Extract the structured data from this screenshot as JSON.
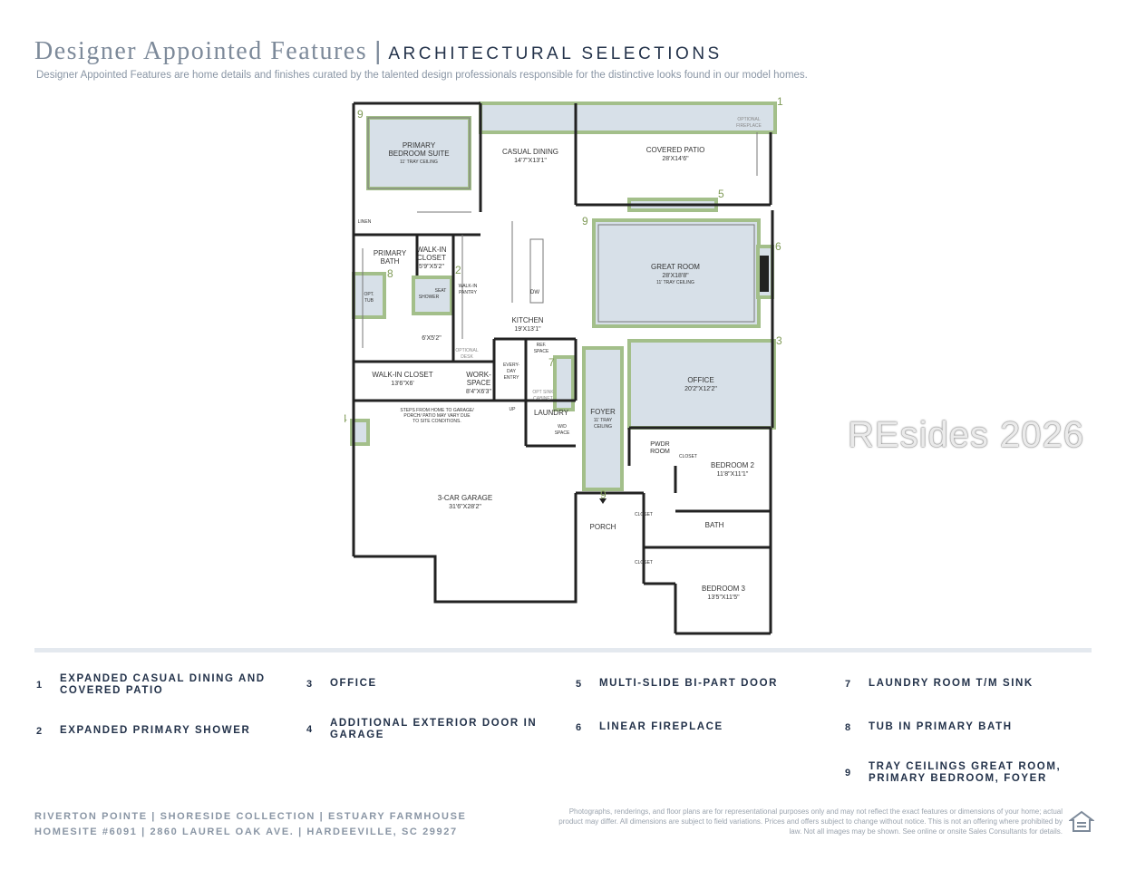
{
  "header": {
    "title": "Designer Appointed Features",
    "separator": "|",
    "subtitle_caps": "ARCHITECTURAL SELECTIONS",
    "description": "Designer Appointed Features are home details and finishes curated by the talented design professionals responsible for the distinctive looks found in our model homes."
  },
  "plan": {
    "rooms": {
      "primary_bedroom": "PRIMARY",
      "primary_bedroom_2": "BEDROOM SUITE",
      "primary_bedroom_3": "11' TRAY CEILING",
      "casual_dining": "CASUAL DINING",
      "casual_dining_dim": "14'7\"X13'1\"",
      "covered_patio": "COVERED PATIO",
      "covered_patio_dim": "28'X14'6\"",
      "optional_fireplace": "OPTIONAL",
      "optional_fireplace_2": "FIREPLACE",
      "linen": "LINEN",
      "primary_bath": "PRIMARY",
      "primary_bath_2": "BATH",
      "walkin_closet_1": "WALK-IN",
      "walkin_closet_1b": "CLOSET",
      "walkin_closet_1_dim": "5'9\"X5'2\"",
      "seat": "SEAT",
      "shower": "SHOWER",
      "walkin_pantry": "WALK-IN",
      "walkin_pantry_2": "PANTRY",
      "opt_tub": "OPT.",
      "opt_tub_2": "TUB",
      "dw": "DW",
      "great_room": "GREAT ROOM",
      "great_room_dim": "28'X18'8\"",
      "great_room_ceiling": "11' TRAY CEILING",
      "kitchen": "KITCHEN",
      "kitchen_dim": "19'X13'1\"",
      "closet_6x5": "6'X5'2\"",
      "optional_desk": "OPTIONAL",
      "optional_desk_2": "DESK",
      "ref_space": "REF.",
      "ref_space_2": "SPACE",
      "walkin_closet_2": "WALK-IN CLOSET",
      "walkin_closet_2_dim": "13'6\"X6'",
      "workspace": "WORK-",
      "workspace_2": "SPACE",
      "workspace_dim": "8'4\"X6'3\"",
      "everyday_entry": "EVERY-",
      "everyday_entry_2": "DAY",
      "everyday_entry_3": "ENTRY",
      "opt_sink": "OPT SINK",
      "opt_sink_2": "CABINET",
      "office": "OFFICE",
      "office_dim": "20'2\"X12'2\"",
      "steps_note_1": "STEPS FROM HOME TO GARAGE/",
      "steps_note_2": "PORCH/ PATIO MAY VARY DUE",
      "steps_note_3": "TO SITE CONDITIONS.",
      "up": "UP",
      "laundry": "LAUNDRY",
      "foyer": "FOYER",
      "foyer_2": "11' TRAY",
      "foyer_3": "CEILING",
      "wd_space": "W/D",
      "wd_space_2": "SPACE",
      "pwdr": "PWDR",
      "pwdr_2": "ROOM",
      "closet_a": "CLOSET",
      "bedroom2": "BEDROOM 2",
      "bedroom2_dim": "11'8\"X11'1\"",
      "garage": "3-CAR GARAGE",
      "garage_dim": "31'6\"X28'2\"",
      "closet_b": "CLOSET",
      "bath": "BATH",
      "porch": "PORCH",
      "closet_c": "CLOSET",
      "bedroom3": "BEDROOM 3",
      "bedroom3_dim": "13'5\"X11'5\""
    },
    "callouts": [
      "1",
      "9",
      "5",
      "9",
      "6",
      "3",
      "2",
      "8",
      "4",
      "7",
      "9"
    ]
  },
  "features": [
    {
      "num": "1",
      "label": "EXPANDED CASUAL DINING AND COVERED PATIO"
    },
    {
      "num": "2",
      "label": "EXPANDED PRIMARY SHOWER"
    },
    {
      "num": "3",
      "label": "OFFICE"
    },
    {
      "num": "4",
      "label": "ADDITIONAL EXTERIOR DOOR IN GARAGE"
    },
    {
      "num": "5",
      "label": "MULTI-SLIDE BI-PART DOOR"
    },
    {
      "num": "6",
      "label": "LINEAR FIREPLACE"
    },
    {
      "num": "7",
      "label": "LAUNDRY ROOM T/M SINK"
    },
    {
      "num": "8",
      "label": "TUB IN PRIMARY BATH"
    },
    {
      "num": "9",
      "label": "TRAY CEILINGS GREAT ROOM, PRIMARY BEDROOM, FOYER"
    }
  ],
  "footer": {
    "line1": "RIVERTON POINTE | SHORESIDE COLLECTION | ESTUARY FARMHOUSE",
    "line2": "HOMESITE #6091 | 2860 LAUREL OAK AVE. | HARDEEVILLE, SC 29927",
    "disclaimer": "Photographs, renderings, and floor plans are for representational purposes only and may not reflect the exact features or dimensions of your home; actual product may differ. All dimensions are subject to field variations. Prices and offers subject to change without notice. This is not an offering where prohibited by law. Not all images may be shown. See online or onsite Sales Consultants for details.",
    "eho_icon": "equal-housing-icon"
  },
  "watermark": "REsides 2026",
  "colors": {
    "highlight_fill": "#d7e0e8",
    "highlight_stroke": "#a3bf8a",
    "navy": "#23324a",
    "callout_green": "#7f9a57"
  }
}
